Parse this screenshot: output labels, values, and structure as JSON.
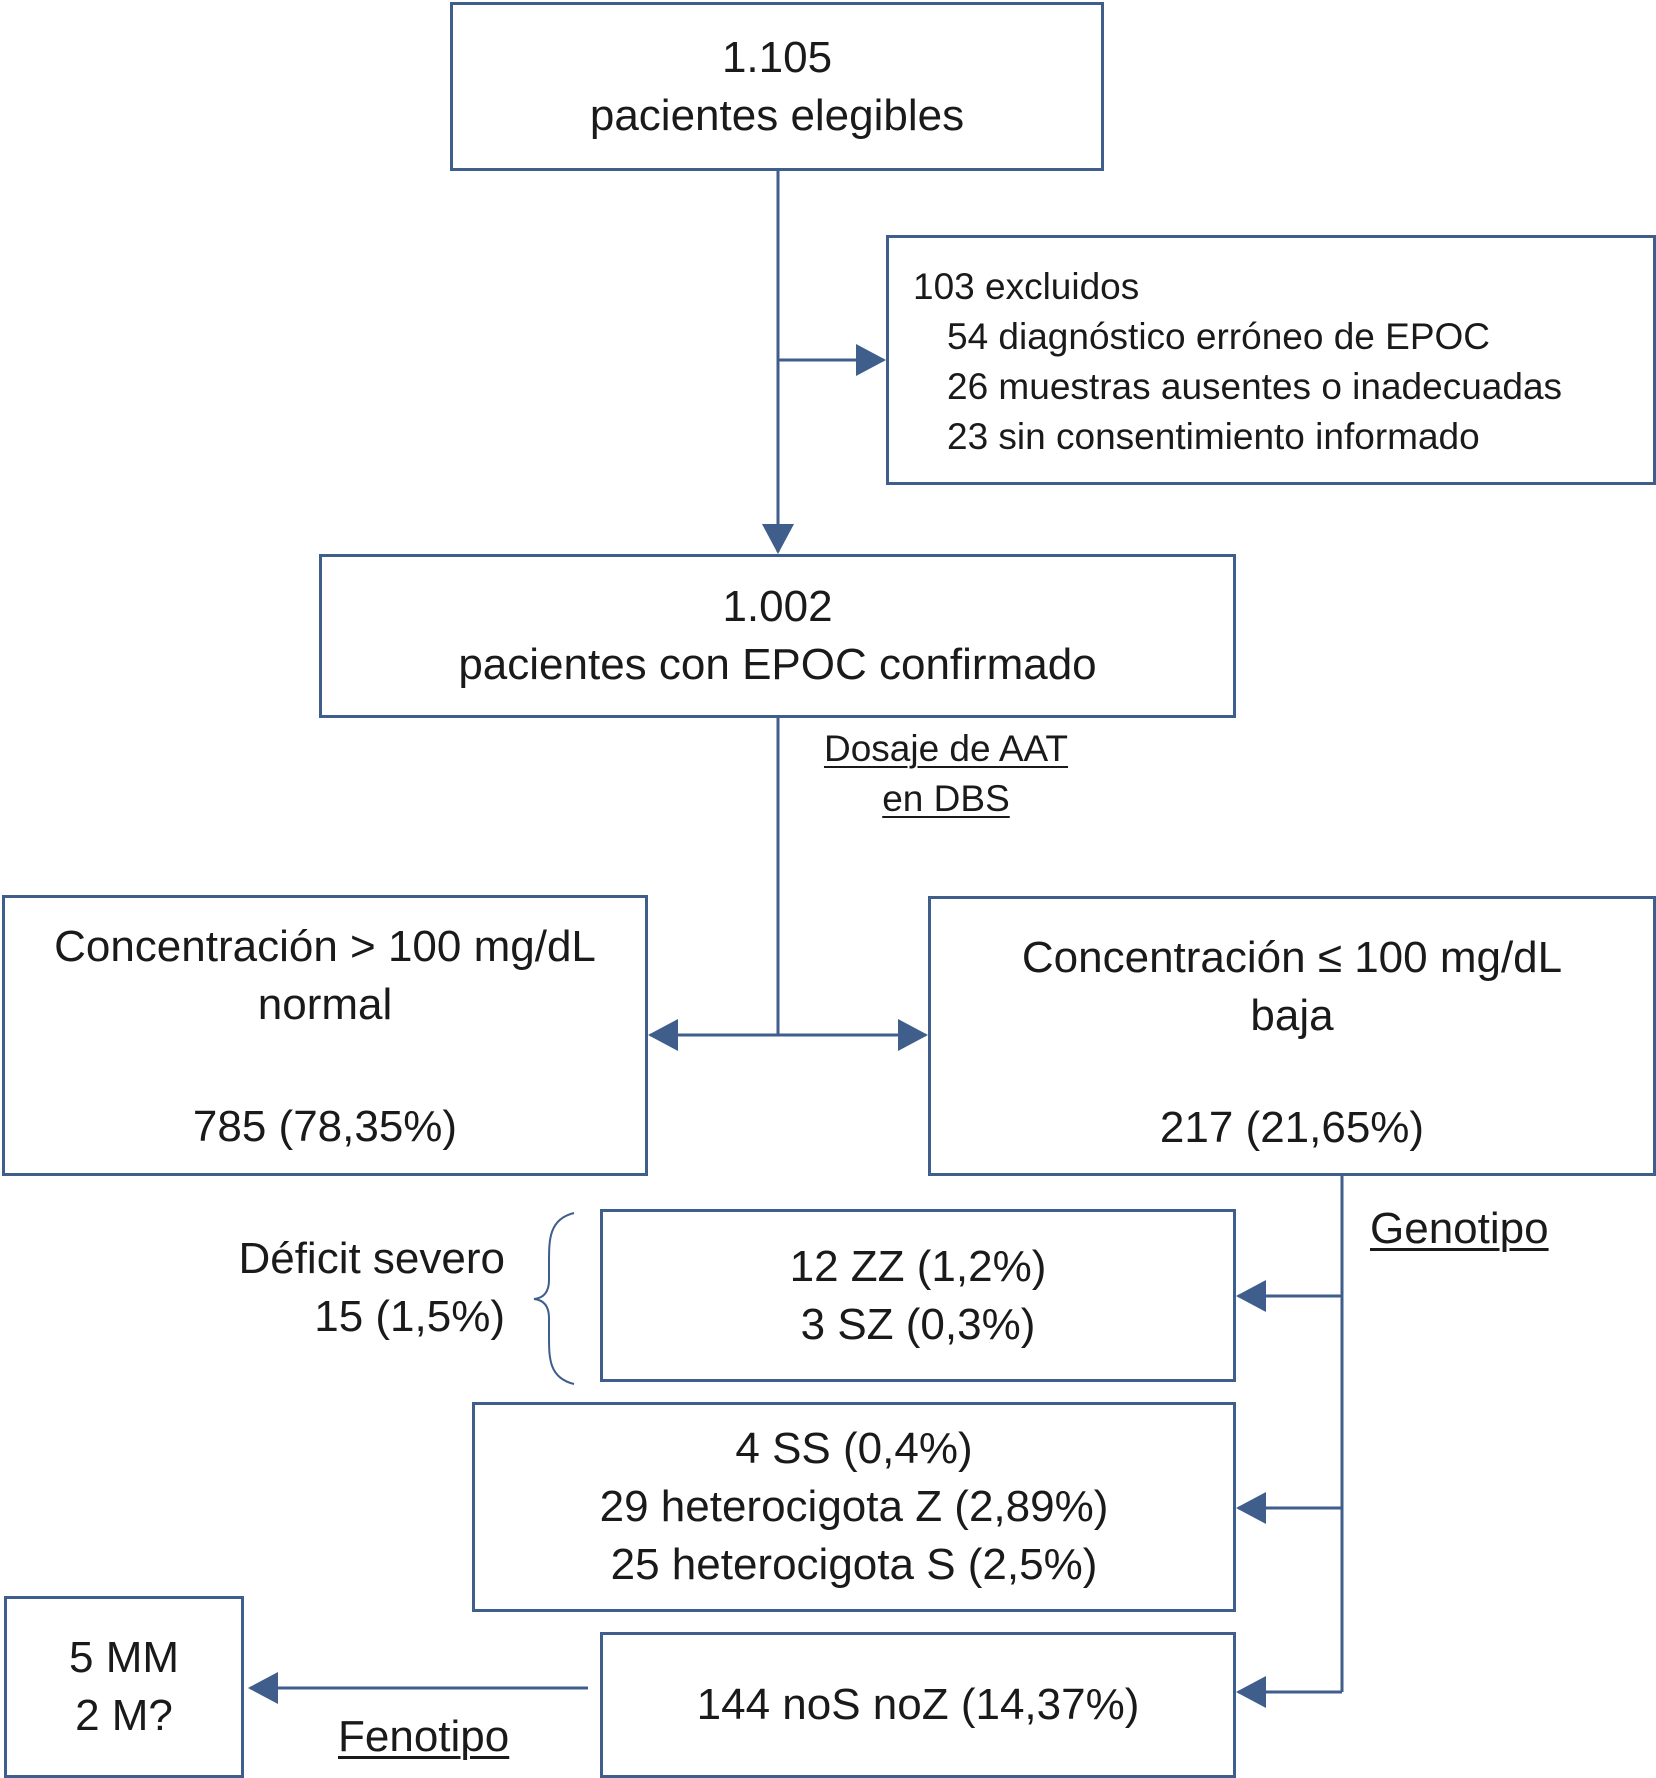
{
  "flowchart": {
    "eligible": {
      "count": "1.105",
      "label": "pacientes elegibles"
    },
    "excluded": {
      "title": "103 excluidos",
      "reasons": [
        "54 diagnóstico erróneo de EPOC",
        "26 muestras ausentes o inadecuadas",
        "23 sin consentimiento informado"
      ]
    },
    "confirmed": {
      "count": "1.002",
      "label": "pacientes con EPOC confirmado"
    },
    "dosage_label": {
      "line1": "Dosaje de AAT",
      "line2": "en DBS"
    },
    "normal": {
      "line1": "Concentración > 100 mg/dL",
      "line2": "normal",
      "value": "785 (78,35%)"
    },
    "low": {
      "line1": "Concentración ≤ 100 mg/dL",
      "line2": "baja",
      "value": "217 (21,65%)"
    },
    "genotype_label": "Genotipo",
    "severe_deficit": {
      "line1": "Déficit severo",
      "line2": "15 (1,5%)"
    },
    "severe_box": [
      "12 ZZ (1,2%)",
      "3 SZ (0,3%)"
    ],
    "intermediate_box": [
      "4 SS (0,4%)",
      "29 heterocigota Z (2,89%)",
      "25 heterocigota S (2,5%)"
    ],
    "nosnoz_box": "144 noS noZ (14,37%)",
    "phenotype_label": "Fenotipo",
    "phenotype_box": [
      "5 MM",
      "2 M?"
    ]
  },
  "colors": {
    "border": "#3f5e8c",
    "connector": "#3f5e8c",
    "text": "#1a1a1a"
  }
}
